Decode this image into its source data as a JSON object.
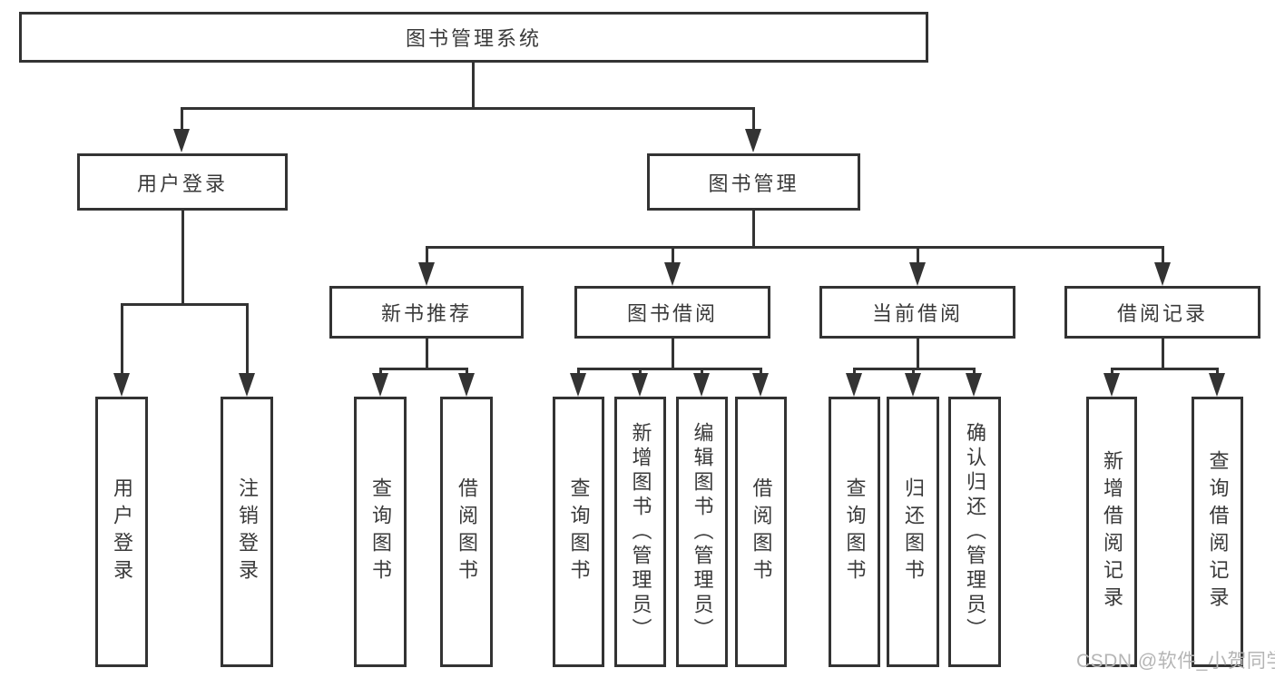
{
  "colors": {
    "line": "#333333",
    "text": "#3a3a3a",
    "watermark": "#b5b5b5",
    "background": "#ffffff"
  },
  "watermark": "CSDN @软件_小贺同学",
  "tree": {
    "label": "图书管理系统",
    "children": [
      {
        "label": "用户登录",
        "children": [
          {
            "label": "用户登录"
          },
          {
            "label": "注销登录"
          }
        ]
      },
      {
        "label": "图书管理",
        "children": [
          {
            "label": "新书推荐",
            "children": [
              {
                "label": "查询图书"
              },
              {
                "label": "借阅图书"
              }
            ]
          },
          {
            "label": "图书借阅",
            "children": [
              {
                "label": "查询图书"
              },
              {
                "label": "新增图书（管理员）"
              },
              {
                "label": "编辑图书（管理员）"
              },
              {
                "label": "借阅图书"
              }
            ]
          },
          {
            "label": "当前借阅",
            "children": [
              {
                "label": "查询图书"
              },
              {
                "label": "归还图书"
              },
              {
                "label": "确认归还（管理员）"
              }
            ]
          },
          {
            "label": "借阅记录",
            "children": [
              {
                "label": "新增借阅记录"
              },
              {
                "label": "查询借阅记录"
              }
            ]
          }
        ]
      }
    ]
  }
}
